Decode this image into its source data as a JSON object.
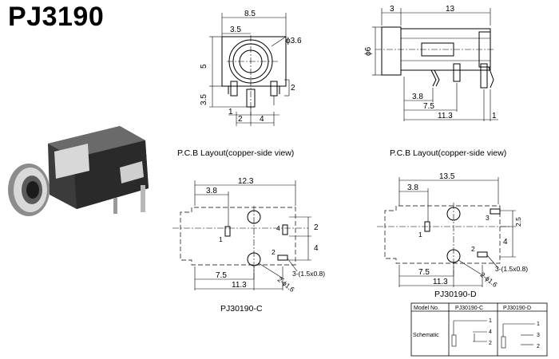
{
  "title": "PJ3190",
  "front_view": {
    "dims": {
      "width": "8.5",
      "left": "3.5",
      "dia": "ϕ3.6",
      "height": "5",
      "lower": "3.5",
      "pin": "2",
      "b1": "1",
      "b2": "2",
      "b3": "4"
    },
    "caption": "P.C.B Layout(copper-side view)"
  },
  "side_view": {
    "dims": {
      "front": "3",
      "length": "13",
      "dia": "ϕ6",
      "d1": "3.8",
      "d2": "7.5",
      "d3": "11.3",
      "d4": "1"
    },
    "caption": "P.C.B Layout(copper-side view)"
  },
  "pcb_c": {
    "dims": {
      "total": "12.3",
      "d1": "3.8",
      "d2": "7.5",
      "d3": "11.3",
      "v1": "2",
      "v2": "4"
    },
    "pins": [
      "1",
      "4",
      "2"
    ],
    "hole_note": "3-(1.5x0.8)",
    "dia": "2-ϕ1.6",
    "caption": "PJ30190-C"
  },
  "pcb_d": {
    "dims": {
      "total": "13.5",
      "d1": "3.8",
      "d2": "7.5",
      "d3": "11.3",
      "v1": "2.5",
      "v2": "4"
    },
    "pins": [
      "1",
      "3",
      "2"
    ],
    "hole_note": "3-(1.5x0.8)",
    "dia": "2-ϕ1.6",
    "caption": "PJ30190-D"
  },
  "schematic_table": {
    "headers": [
      "Model No.",
      "PJ30190-C",
      "PJ30190-D"
    ],
    "row_label": "Schematic",
    "c_pins": [
      "1",
      "4",
      "2"
    ],
    "d_pins": [
      "1",
      "3",
      "2"
    ]
  }
}
